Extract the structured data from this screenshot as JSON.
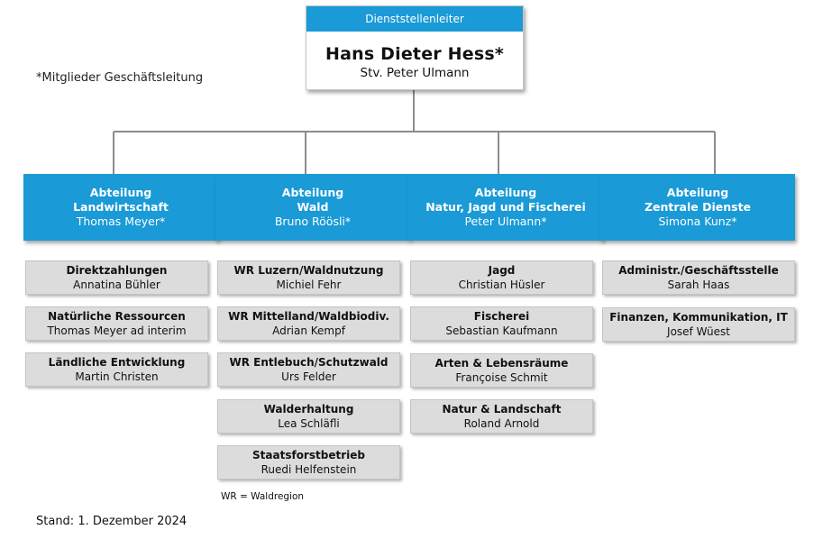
{
  "head": {
    "role": "Dienststellenleiter",
    "name": "Hans Dieter Hess*",
    "deputy": "Stv. Peter Ulmann"
  },
  "note": "*Mitglieder Geschäftsleitung",
  "colors": {
    "accent": "#1a9ad6",
    "unit_bg": "#dcdcdc",
    "line": "#8c8c8c"
  },
  "departments": [
    {
      "line1": "Abteilung",
      "line2": "Landwirtschaft",
      "person": "Thomas Meyer*",
      "units": [
        {
          "title": "Direktzahlungen",
          "person": "Annatina Bühler"
        },
        {
          "title": "Natürliche Ressourcen",
          "person": "Thomas Meyer ad interim"
        },
        {
          "title": "Ländliche Entwicklung",
          "person": "Martin Christen"
        }
      ]
    },
    {
      "line1": "Abteilung",
      "line2": "Wald",
      "person": "Bruno Röösli*",
      "units": [
        {
          "title": "WR Luzern/Waldnutzung",
          "person": "Michiel Fehr"
        },
        {
          "title": "WR Mittelland/Waldbiodiv.",
          "person": "Adrian Kempf"
        },
        {
          "title": "WR Entlebuch/Schutzwald",
          "person": "Urs Felder"
        },
        {
          "title": "Walderhaltung",
          "person": "Lea Schläfli"
        },
        {
          "title": "Staatsforstbetrieb",
          "person": "Ruedi Helfenstein"
        }
      ]
    },
    {
      "line1": "Abteilung",
      "line2": "Natur, Jagd und Fischerei",
      "person": "Peter Ulmann*",
      "units": [
        {
          "title": "Jagd",
          "person": "Christian Hüsler"
        },
        {
          "title": "Fischerei",
          "person": "Sebastian Kaufmann"
        },
        {
          "title": "Arten & Lebensräume",
          "person": "Françoise Schmit"
        },
        {
          "title": "Natur & Landschaft",
          "person": "Roland Arnold"
        }
      ]
    },
    {
      "line1": "Abteilung",
      "line2": "Zentrale Dienste",
      "person": "Simona Kunz*",
      "units": [
        {
          "title": "Administr./Geschäftsstelle",
          "person": "Sarah Haas"
        },
        {
          "title": "Finanzen, Kommunikation, IT",
          "person": "Josef Wüest"
        }
      ]
    }
  ],
  "legend": "WR = Waldregion",
  "footer": "Stand: 1. Dezember 2024"
}
